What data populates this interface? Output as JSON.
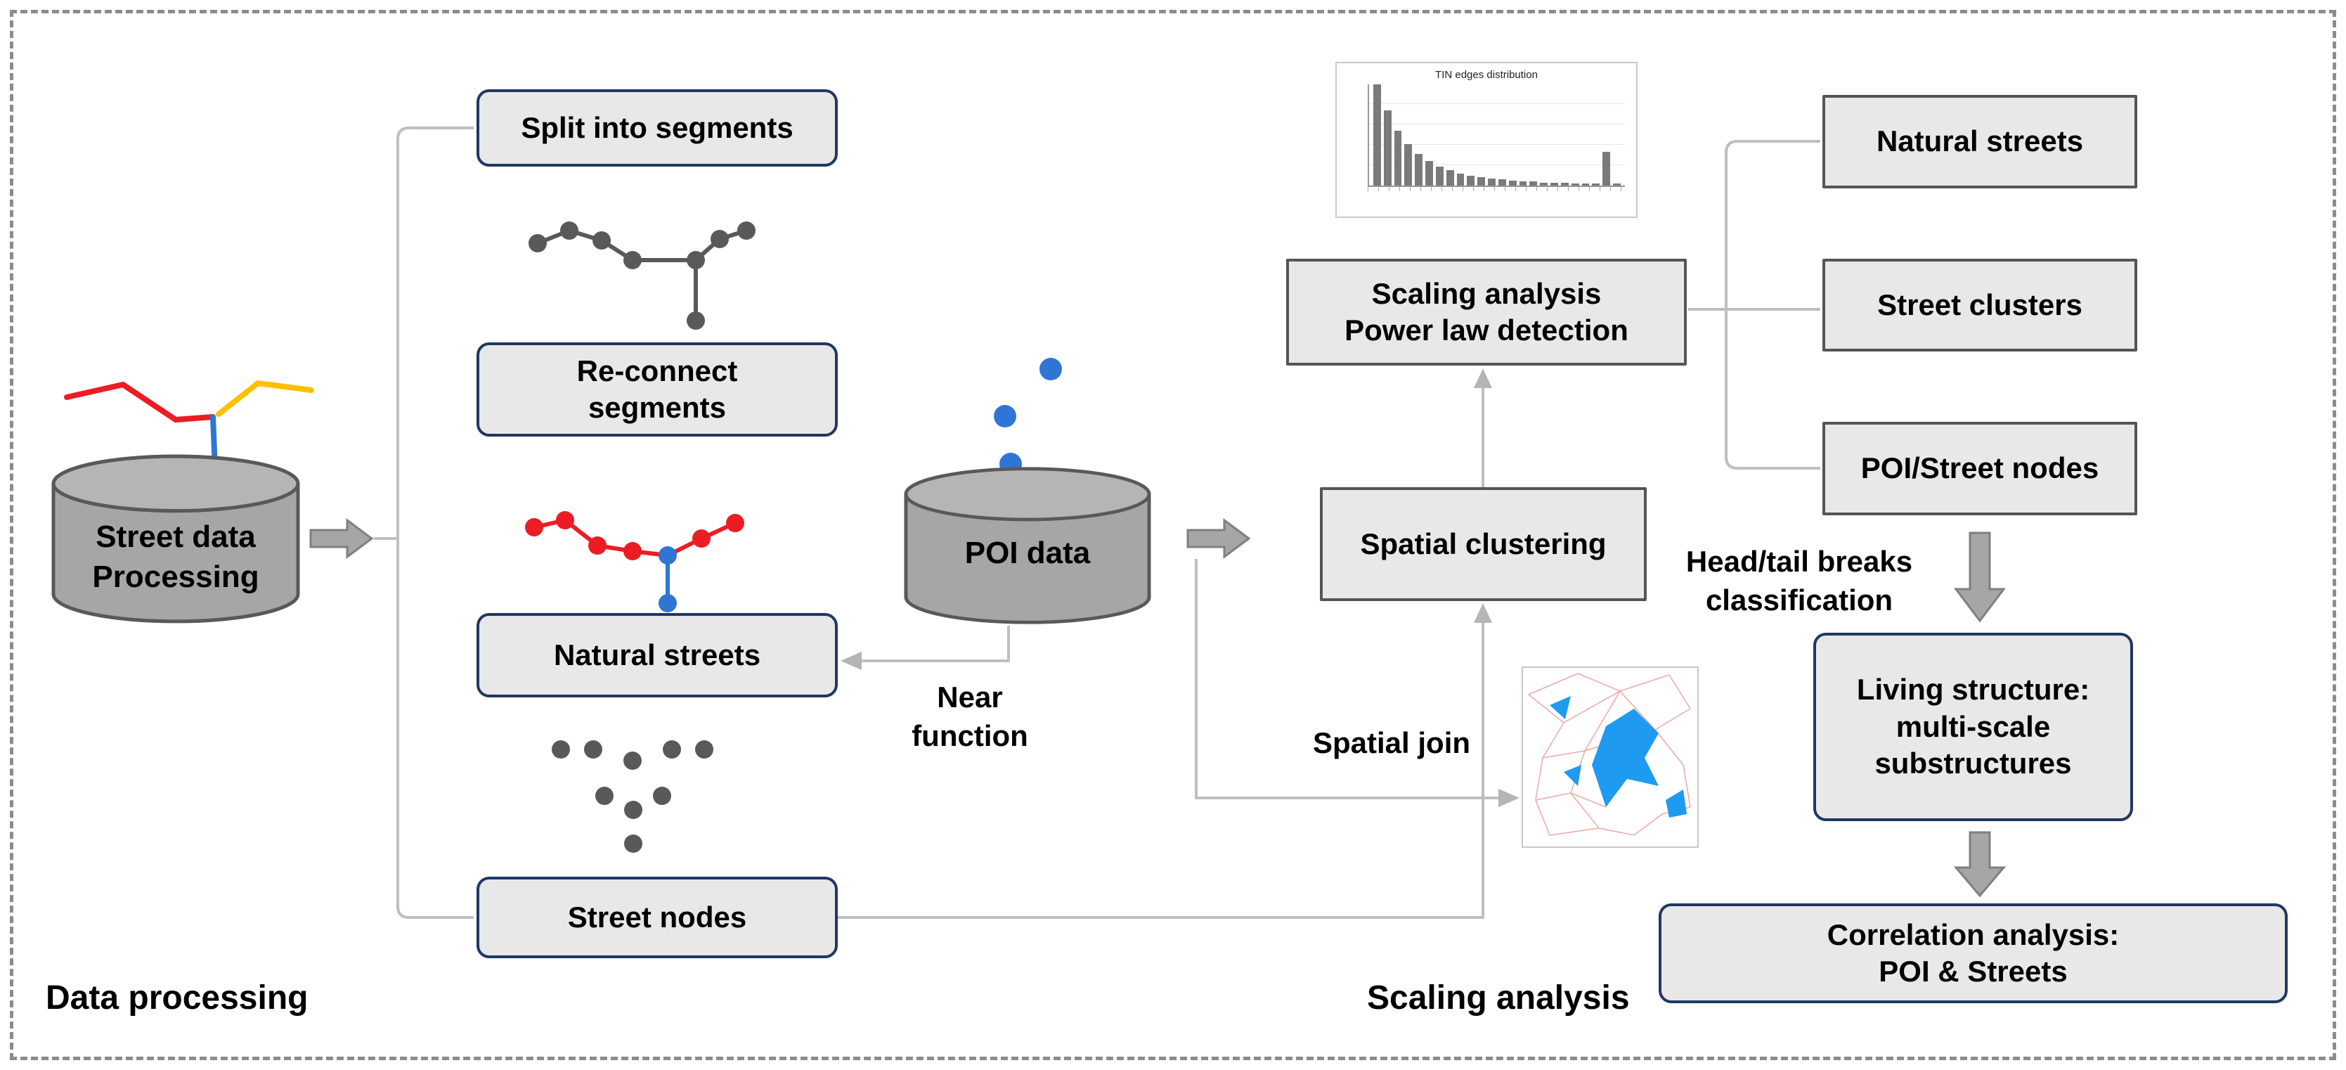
{
  "diagram": {
    "cylinders": {
      "street_data": "Street data\nProcessing",
      "poi_data": "POI data"
    },
    "process_boxes": {
      "split_segments": "Split into segments",
      "reconnect_segments": "Re-connect\nsegments",
      "natural_streets": "Natural streets",
      "street_nodes": "Street nodes",
      "scaling_analysis": "Scaling analysis\nPower law detection",
      "spatial_clustering": "Spatial clustering"
    },
    "output_boxes": {
      "natural_streets": "Natural streets",
      "street_clusters": "Street clusters",
      "poi_street_nodes": "POI/Street nodes",
      "living_structure": "Living structure:\nmulti-scale\nsubstructures",
      "correlation": "Correlation analysis:\nPOI & Streets"
    },
    "annotations": {
      "near_function": "Near\nfunction",
      "spatial_join": "Spatial join",
      "head_tail": "Head/tail breaks\nclassification"
    },
    "section_labels": {
      "data_processing": "Data processing",
      "scaling_analysis": "Scaling analysis"
    },
    "colors": {
      "navy_border": "#1f3864",
      "gray_border": "#595959",
      "box_fill": "#e9e8e8",
      "cylinder_fill": "#a6a6a6",
      "arrow_fill": "#a6a6a6",
      "connector": "#bfbfbf",
      "street_red": "#ec1c24",
      "poi_blue": "#2e75d6",
      "street_yellow": "#ffc000"
    }
  },
  "chart_data": {
    "type": "bar",
    "title": "TIN edges distribution",
    "xlabel": "",
    "ylabel": "",
    "categories": [],
    "values_relative": [
      100,
      74,
      54,
      41,
      31,
      24,
      19,
      15,
      12,
      10,
      8,
      7,
      6,
      5,
      4,
      4,
      3,
      3,
      3,
      2,
      2,
      2,
      33,
      2
    ],
    "bar_color": "#7a7a7a",
    "grid": true,
    "legend": false
  }
}
